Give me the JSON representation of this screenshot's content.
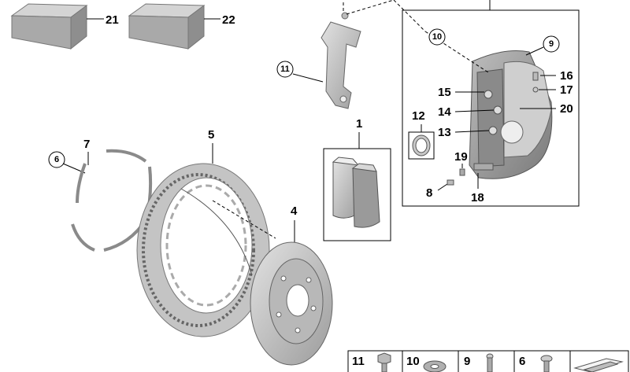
{
  "callouts": {
    "c1": "1",
    "c4": "4",
    "c5": "5",
    "c6": "6",
    "c7": "7",
    "c8": "8",
    "c9": "9",
    "c10": "10",
    "c11": "11",
    "c12": "12",
    "c13": "13",
    "c14": "14",
    "c15": "15",
    "c16": "16",
    "c17": "17",
    "c18": "18",
    "c19": "19",
    "c20": "20",
    "c21": "21",
    "c22": "22"
  },
  "legend": {
    "items": [
      {
        "label": "11"
      },
      {
        "label": "10"
      },
      {
        "label": "9"
      },
      {
        "label": "6"
      }
    ]
  }
}
